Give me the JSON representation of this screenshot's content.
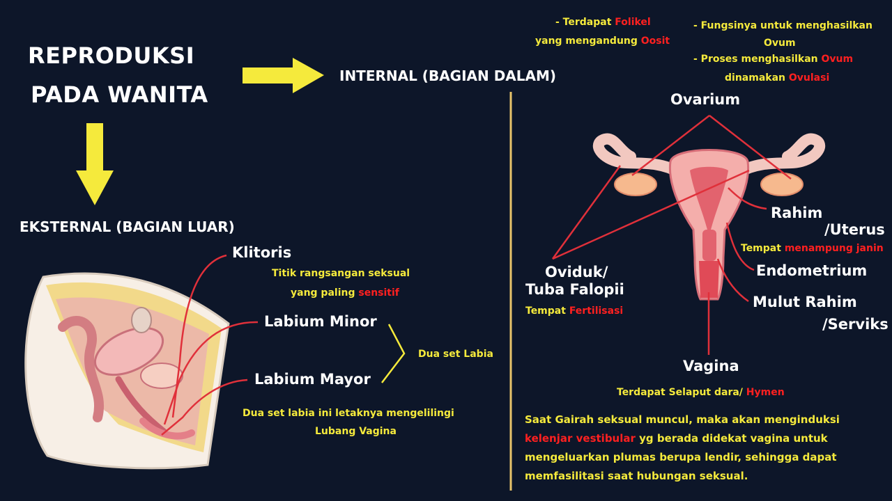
{
  "title": {
    "line1": "REPRODUKSI",
    "line2": "PADA WANITA"
  },
  "internal_heading": "INTERNAL (BAGIAN DALAM)",
  "external_heading": "EKSTERNAL (BAGIAN LUAR)",
  "colors": {
    "background": "#0d1629",
    "arrow": "#f5ea3c",
    "divider": "#e8c46a",
    "label": "#ffffff",
    "note": "#f5ea3c",
    "highlight": "#ff2020",
    "pointer": "#e0303a"
  },
  "external": {
    "klitoris": {
      "label": "Klitoris",
      "note1": "Titik rangsangan seksual",
      "note2a": "yang paling ",
      "note2b": "sensitif"
    },
    "labium_minor": "Labium Minor",
    "labium_mayor": "Labium Mayor",
    "bracket_note": "Dua set Labia",
    "bottom_note1": "Dua set labia ini letaknya mengelilingi",
    "bottom_note2": "Lubang Vagina"
  },
  "internal": {
    "folikel": {
      "a": "- Terdapat ",
      "b": "Folikel",
      "c": "yang mengandung ",
      "d": "Oosit"
    },
    "fungsi": {
      "a": "- Fungsinya untuk menghasilkan",
      "b": "Ovum"
    },
    "proses": {
      "a": "- Proses menghasilkan ",
      "b": "Ovum",
      "c": "dinamakan ",
      "d": "Ovulasi"
    },
    "ovarium": "Ovarium",
    "rahim": "Rahim",
    "uterus": "/Uterus",
    "rahim_note": {
      "a": "Tempat ",
      "b": "menampung janin"
    },
    "endometrium": "Endometrium",
    "mulut_rahim": "Mulut Rahim",
    "serviks": "/Serviks",
    "oviduk": "Oviduk/",
    "tuba": "Tuba Falopii",
    "oviduk_note": {
      "a": "Tempat ",
      "b": "Fertilisasi"
    },
    "vagina": "Vagina",
    "vagina_note": {
      "a": "Terdapat Selaput dara/ ",
      "b": "Hymen"
    },
    "paragraph": {
      "a": "Saat Gairah seksual muncul, maka akan menginduksi ",
      "b": "kelenjar vestibular",
      "c": " yg berada didekat vagina untuk mengeluarkan plumas berupa lendir, sehingga dapat memfasilitasi saat hubungan seksual."
    }
  }
}
